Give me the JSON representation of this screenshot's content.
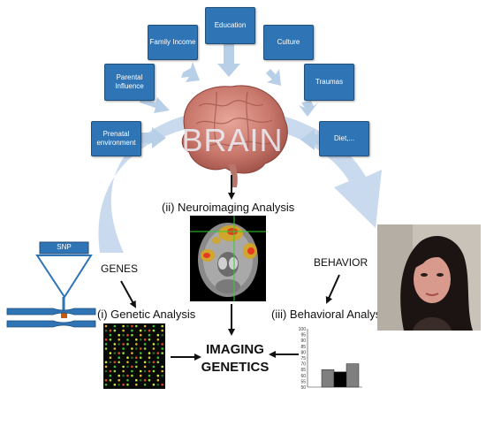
{
  "influences": [
    {
      "label": "Prenatal environment"
    },
    {
      "label": "Parental Influence"
    },
    {
      "label": "Family Income"
    },
    {
      "label": "Education"
    },
    {
      "label": "Culture"
    },
    {
      "label": "Traumas"
    },
    {
      "label": "Diet,..."
    }
  ],
  "brain": {
    "label": "BRAIN"
  },
  "snp": {
    "label": "SNP"
  },
  "labels": {
    "neuroimaging": "(ii) Neuroimaging Analysis",
    "genes": "GENES",
    "behavior": "BEHAVIOR",
    "genetic": "(i) Genetic Analysis",
    "behavioral": "(iii) Behavioral Analysis",
    "imaging_line1": "IMAGING",
    "imaging_line2": "GENETICS"
  },
  "mini_chart": {
    "y_ticks": [
      "100",
      "95",
      "90",
      "85",
      "80",
      "75",
      "70",
      "65",
      "60",
      "55",
      "50"
    ],
    "bars": [
      {
        "value": 65,
        "color": "#7f7f7f"
      },
      {
        "value": 63,
        "color": "#000000"
      },
      {
        "value": 70,
        "color": "#7f7f7f"
      }
    ],
    "ylim": [
      50,
      100
    ]
  },
  "colors": {
    "box": "#2f74b5",
    "arc": "#c9d9ee",
    "arrow": "#b8cfe8"
  }
}
